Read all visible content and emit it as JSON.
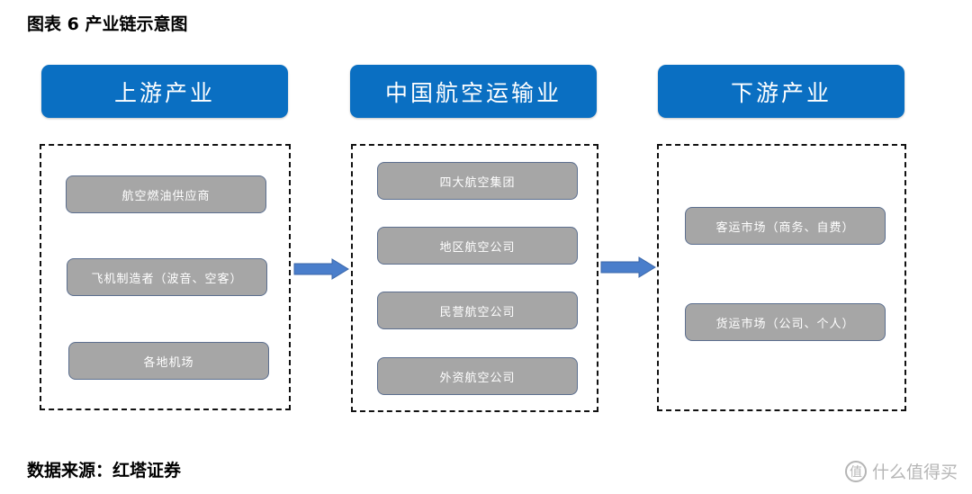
{
  "figure_title": "图表 6 产业链示意图",
  "source": "数据来源：红塔证券",
  "watermark": {
    "icon": "值",
    "text": "什么值得买"
  },
  "columns": [
    {
      "header": "上游产业",
      "items": [
        "航空燃油供应商",
        "飞机制造者（波音、空客）",
        "各地机场"
      ]
    },
    {
      "header": "中国航空运输业",
      "items": [
        "四大航空集团",
        "地区航空公司",
        "民营航空公司",
        "外资航空公司"
      ]
    },
    {
      "header": "下游产业",
      "items": [
        "客运市场（商务、自费）",
        "货运市场（公司、个人）"
      ]
    }
  ]
}
